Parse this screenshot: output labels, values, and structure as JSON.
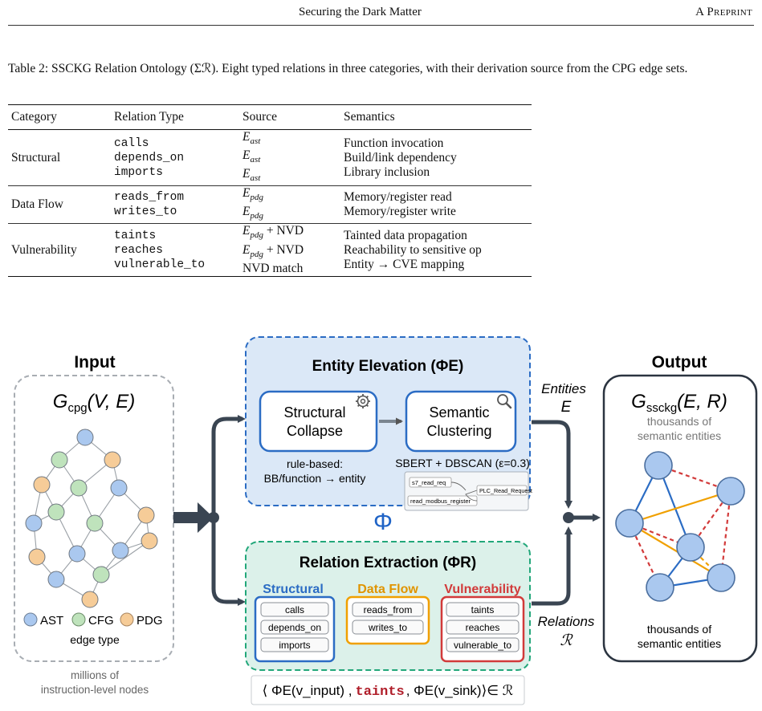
{
  "header": {
    "title": "Securing the Dark Matter",
    "right": "A Preprint"
  },
  "caption": "Table 2: SSCKG Relation Ontology (Σℛ). Eight typed relations in three categories, with their derivation source from the CPG edge sets.",
  "table": {
    "headers": [
      "Category",
      "Relation Type",
      "Source",
      "Semantics"
    ],
    "groups": [
      {
        "category": "Structural",
        "relations": [
          "calls",
          "depends_on",
          "imports"
        ],
        "sources": [
          "E_ast",
          "E_ast",
          "E_ast"
        ],
        "semantics": [
          "Function invocation",
          "Build/link dependency",
          "Library inclusion"
        ]
      },
      {
        "category": "Data Flow",
        "relations": [
          "reads_from",
          "writes_to"
        ],
        "sources": [
          "E_pdg",
          "E_pdg"
        ],
        "semantics": [
          "Memory/register read",
          "Memory/register write"
        ]
      },
      {
        "category": "Vulnerability",
        "relations": [
          "taints",
          "reaches",
          "vulnerable_to"
        ],
        "sources": [
          "E_pdg + NVD",
          "E_pdg + NVD",
          "NVD match"
        ],
        "semantics": [
          "Tainted data propagation",
          "Reachability to sensitive op",
          "Entity → CVE mapping"
        ]
      }
    ]
  },
  "figure": {
    "input": {
      "title": "Input",
      "graph_label": "G_cpg(V, E)",
      "legend": [
        "AST",
        "CFG",
        "PDG"
      ],
      "legend_caption": "edge type",
      "footnote_1": "millions of",
      "footnote_2": "instruction-level nodes"
    },
    "entity_elevation": {
      "title": "Entity Elevation (ΦE)",
      "box1_line1": "Structural",
      "box1_line2": "Collapse",
      "box2_line1": "Semantic",
      "box2_line2": "Clustering",
      "note1_line1": "rule-based:",
      "note1_line2": "BB/function → entity",
      "note2": "SBERT + DBSCAN (ε=0.3)",
      "mini_in1": "s7_read_req",
      "mini_in2": "read_modbus_register",
      "mini_out": "PLC_Read_Request"
    },
    "phi": "Φ",
    "relation_extraction": {
      "title": "Relation Extraction (ΦR)",
      "structural": {
        "title": "Structural",
        "items": [
          "calls",
          "depends_on",
          "imports"
        ]
      },
      "dataflow": {
        "title": "Data Flow",
        "items": [
          "reads_from",
          "writes_to"
        ]
      },
      "vulnerability": {
        "title": "Vulnerability",
        "items": [
          "taints",
          "reaches",
          "vulnerable_to"
        ]
      }
    },
    "edge_labels": {
      "entities_1": "Entities",
      "entities_2": "E",
      "relations_1": "Relations",
      "relations_2": "ℛ"
    },
    "output": {
      "title": "Output",
      "graph_label": "G_ssckg(E, R)",
      "top_1": "thousands of",
      "top_2": "semantic entities",
      "bottom_1": "thousands of",
      "bottom_2": "semantic entities"
    },
    "formula": {
      "left": "⟨ ΦE(v_input) ,",
      "mid": "taints",
      "right": ", ΦE(v_sink)⟩∈ ℛ"
    },
    "colors": {
      "blue_panel": "#dbe8f7",
      "blue_border": "#2b6cc4",
      "green_panel": "#dcf1ea",
      "green_border": "#22a77a",
      "orange": "#f0a000",
      "red": "#d23a3a",
      "node_blue": "#aac8ef",
      "node_green": "#bfe3bc",
      "node_orange": "#f6cc98",
      "arrow": "#3a4552"
    }
  }
}
